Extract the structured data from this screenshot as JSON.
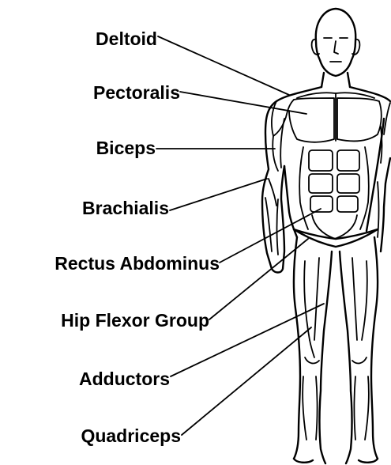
{
  "diagram": {
    "labels": {
      "deltoid": "Deltoid",
      "pectoralis": "Pectoralis",
      "biceps": "Biceps",
      "brachialis": "Brachialis",
      "rectus_abdominus": "Rectus Abdominus",
      "hip_flexor_group": "Hip Flexor Group",
      "adductors": "Adductors",
      "quadriceps": "Quadriceps"
    },
    "colors": {
      "line": "#000000",
      "background": "#ffffff"
    }
  }
}
